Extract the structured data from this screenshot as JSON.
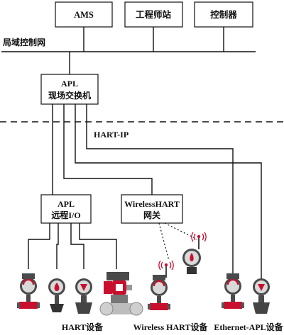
{
  "top_devices": [
    {
      "label": "AMS"
    },
    {
      "label": "工程师站"
    },
    {
      "label": "控制器"
    }
  ],
  "lan": {
    "label": "局域控制网"
  },
  "switch": {
    "line1": "APL",
    "line2": "现场交换机"
  },
  "protocol": {
    "label": "HART-IP"
  },
  "remote_io": {
    "line1": "APL",
    "line2": "远程I/O"
  },
  "gateway": {
    "line1": "WirelessHART",
    "line2": "网关"
  },
  "groups": [
    {
      "label": "HART设备"
    },
    {
      "label": "Wireless HART设备"
    },
    {
      "label": "Ethernet-APL设备"
    }
  ],
  "colors": {
    "line": "#111111",
    "accent": "#c8102e",
    "device_body": "#4a4a4a",
    "device_face": "#d9d9d9"
  }
}
